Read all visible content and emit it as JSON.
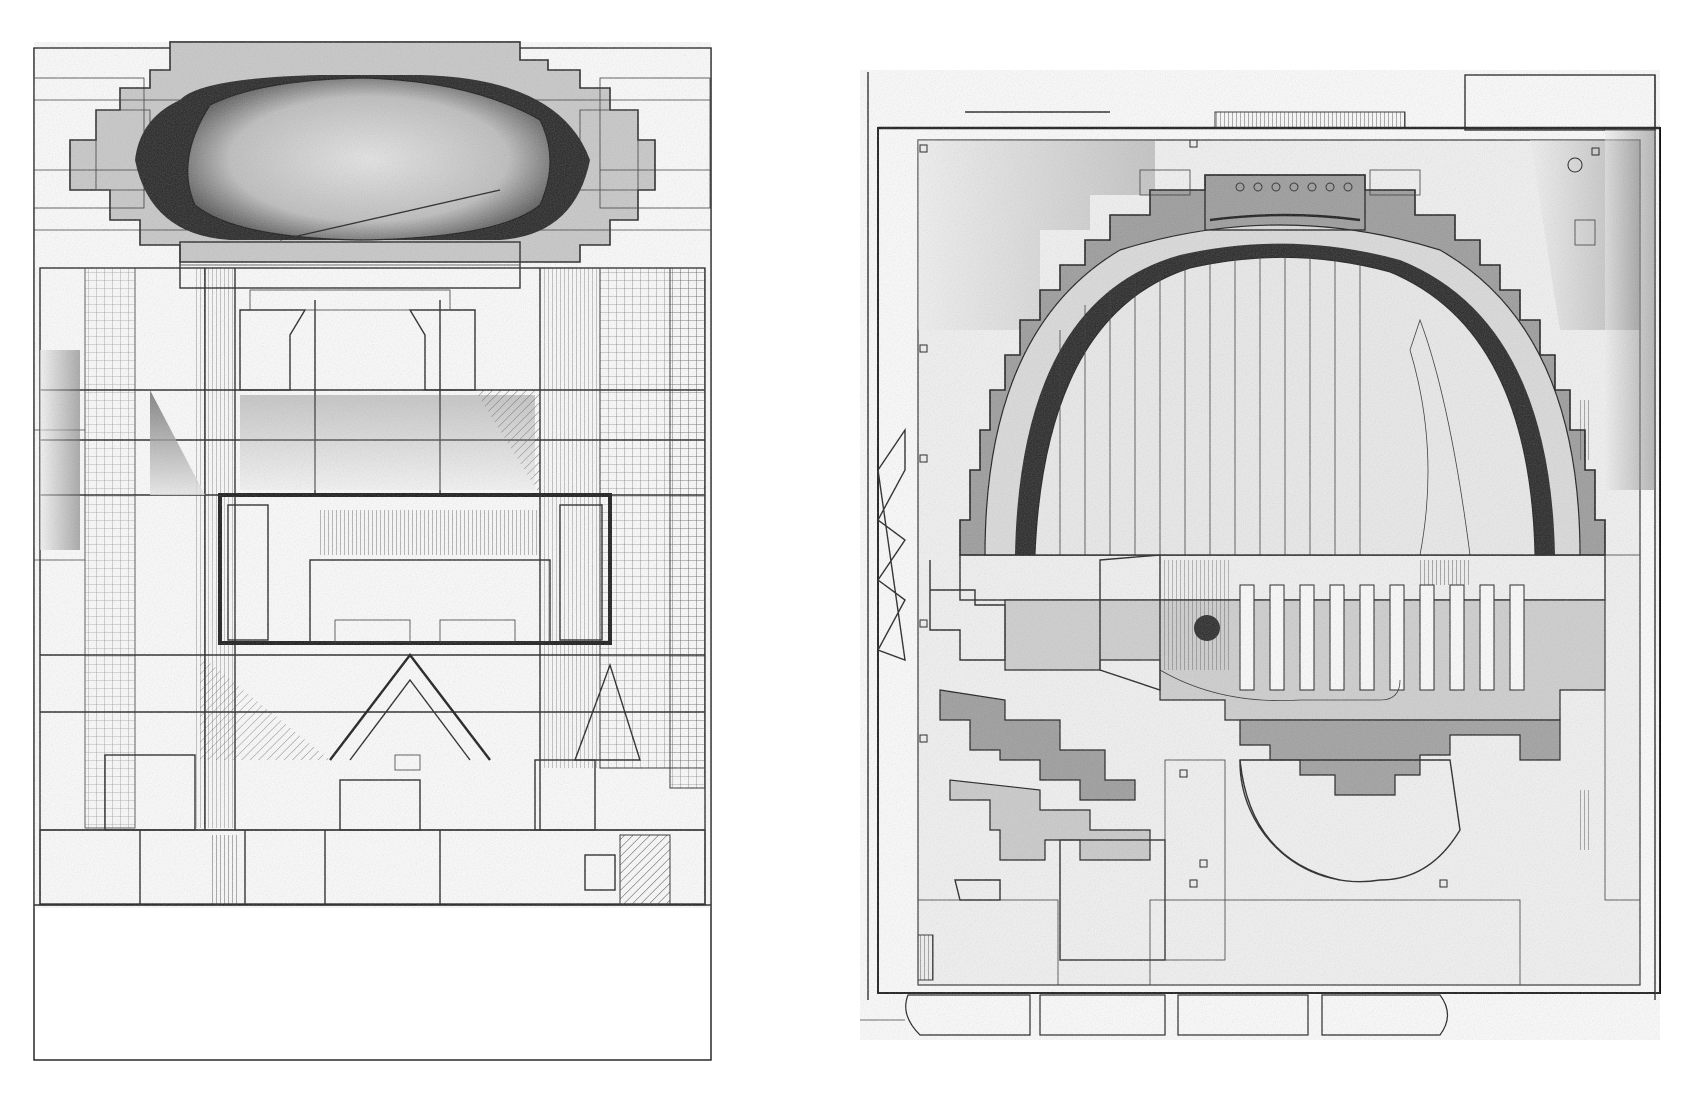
{
  "figure": {
    "description_visible_text": "",
    "palette": {
      "ink": "#1a1a1a",
      "paper": "#ffffff",
      "tone_light": "#d9d9d9",
      "tone_mid": "#9a9a9a",
      "tone_dark": "#3a3a3a"
    },
    "panels": [
      {
        "id": "section",
        "kind": "architectural-section-drawing"
      },
      {
        "id": "plan",
        "kind": "architectural-floor-plan-drawing"
      }
    ]
  }
}
